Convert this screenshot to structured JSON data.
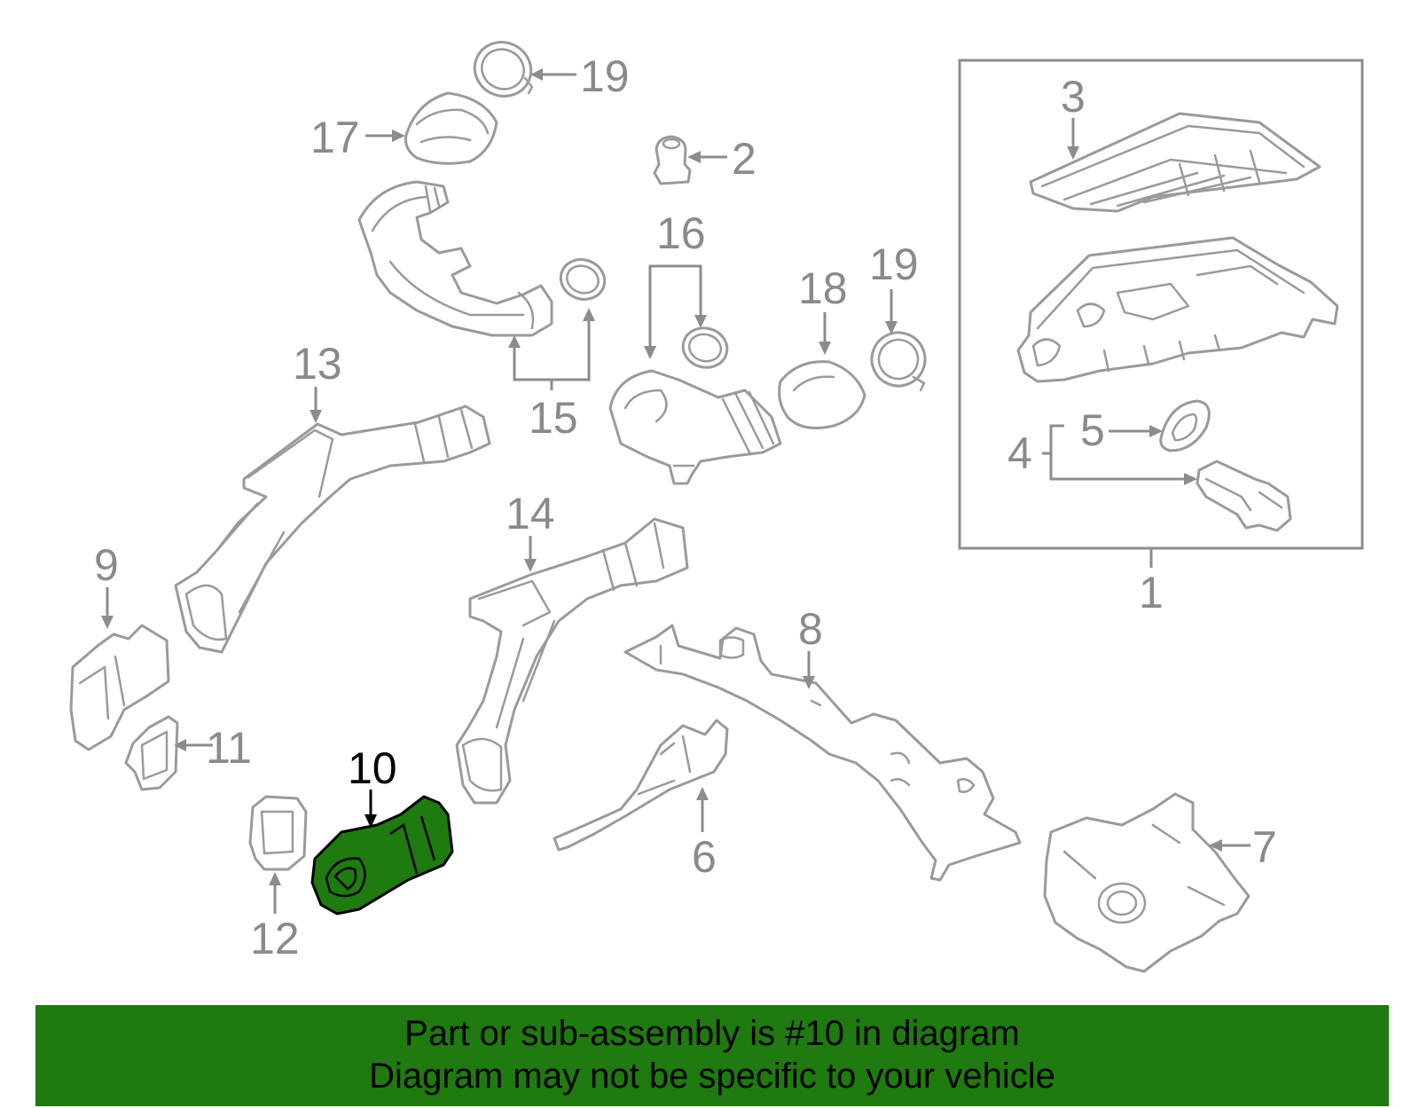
{
  "callouts": {
    "c1": "1",
    "c2": "2",
    "c3": "3",
    "c4": "4",
    "c5": "5",
    "c6": "6",
    "c7": "7",
    "c8": "8",
    "c9": "9",
    "c10": "10",
    "c11": "11",
    "c12": "12",
    "c13": "13",
    "c14": "14",
    "c15": "15",
    "c16": "16",
    "c17": "17",
    "c18": "18",
    "c19a": "19",
    "c19b": "19"
  },
  "highlighted_part": "10",
  "banner": {
    "line1": "Part or sub-assembly is #10 in diagram",
    "line2": "Diagram may not be specific to your vehicle",
    "color": "#1f7a0f"
  }
}
